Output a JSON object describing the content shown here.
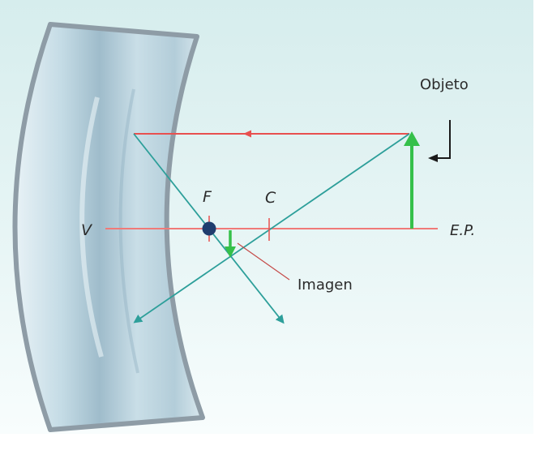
{
  "labels": {
    "object": "Objeto",
    "image": "Imagen",
    "vertex": "V",
    "focus": "F",
    "center": "C",
    "principal_axis": "E.P."
  },
  "colors": {
    "background_top": "#d7eeee",
    "background_bottom": "#f4fbfb",
    "axis": "#f07a78",
    "ray_red": "#e8504f",
    "ray_teal": "#2d9f9a",
    "arrow_green": "#35c04a",
    "focus_dot": "#1f3d6e",
    "mirror_light": "#cfe3ea",
    "mirror_dark": "#9fb9c6",
    "mirror_edge": "#8e9ca6",
    "text": "#2b2b2b"
  }
}
